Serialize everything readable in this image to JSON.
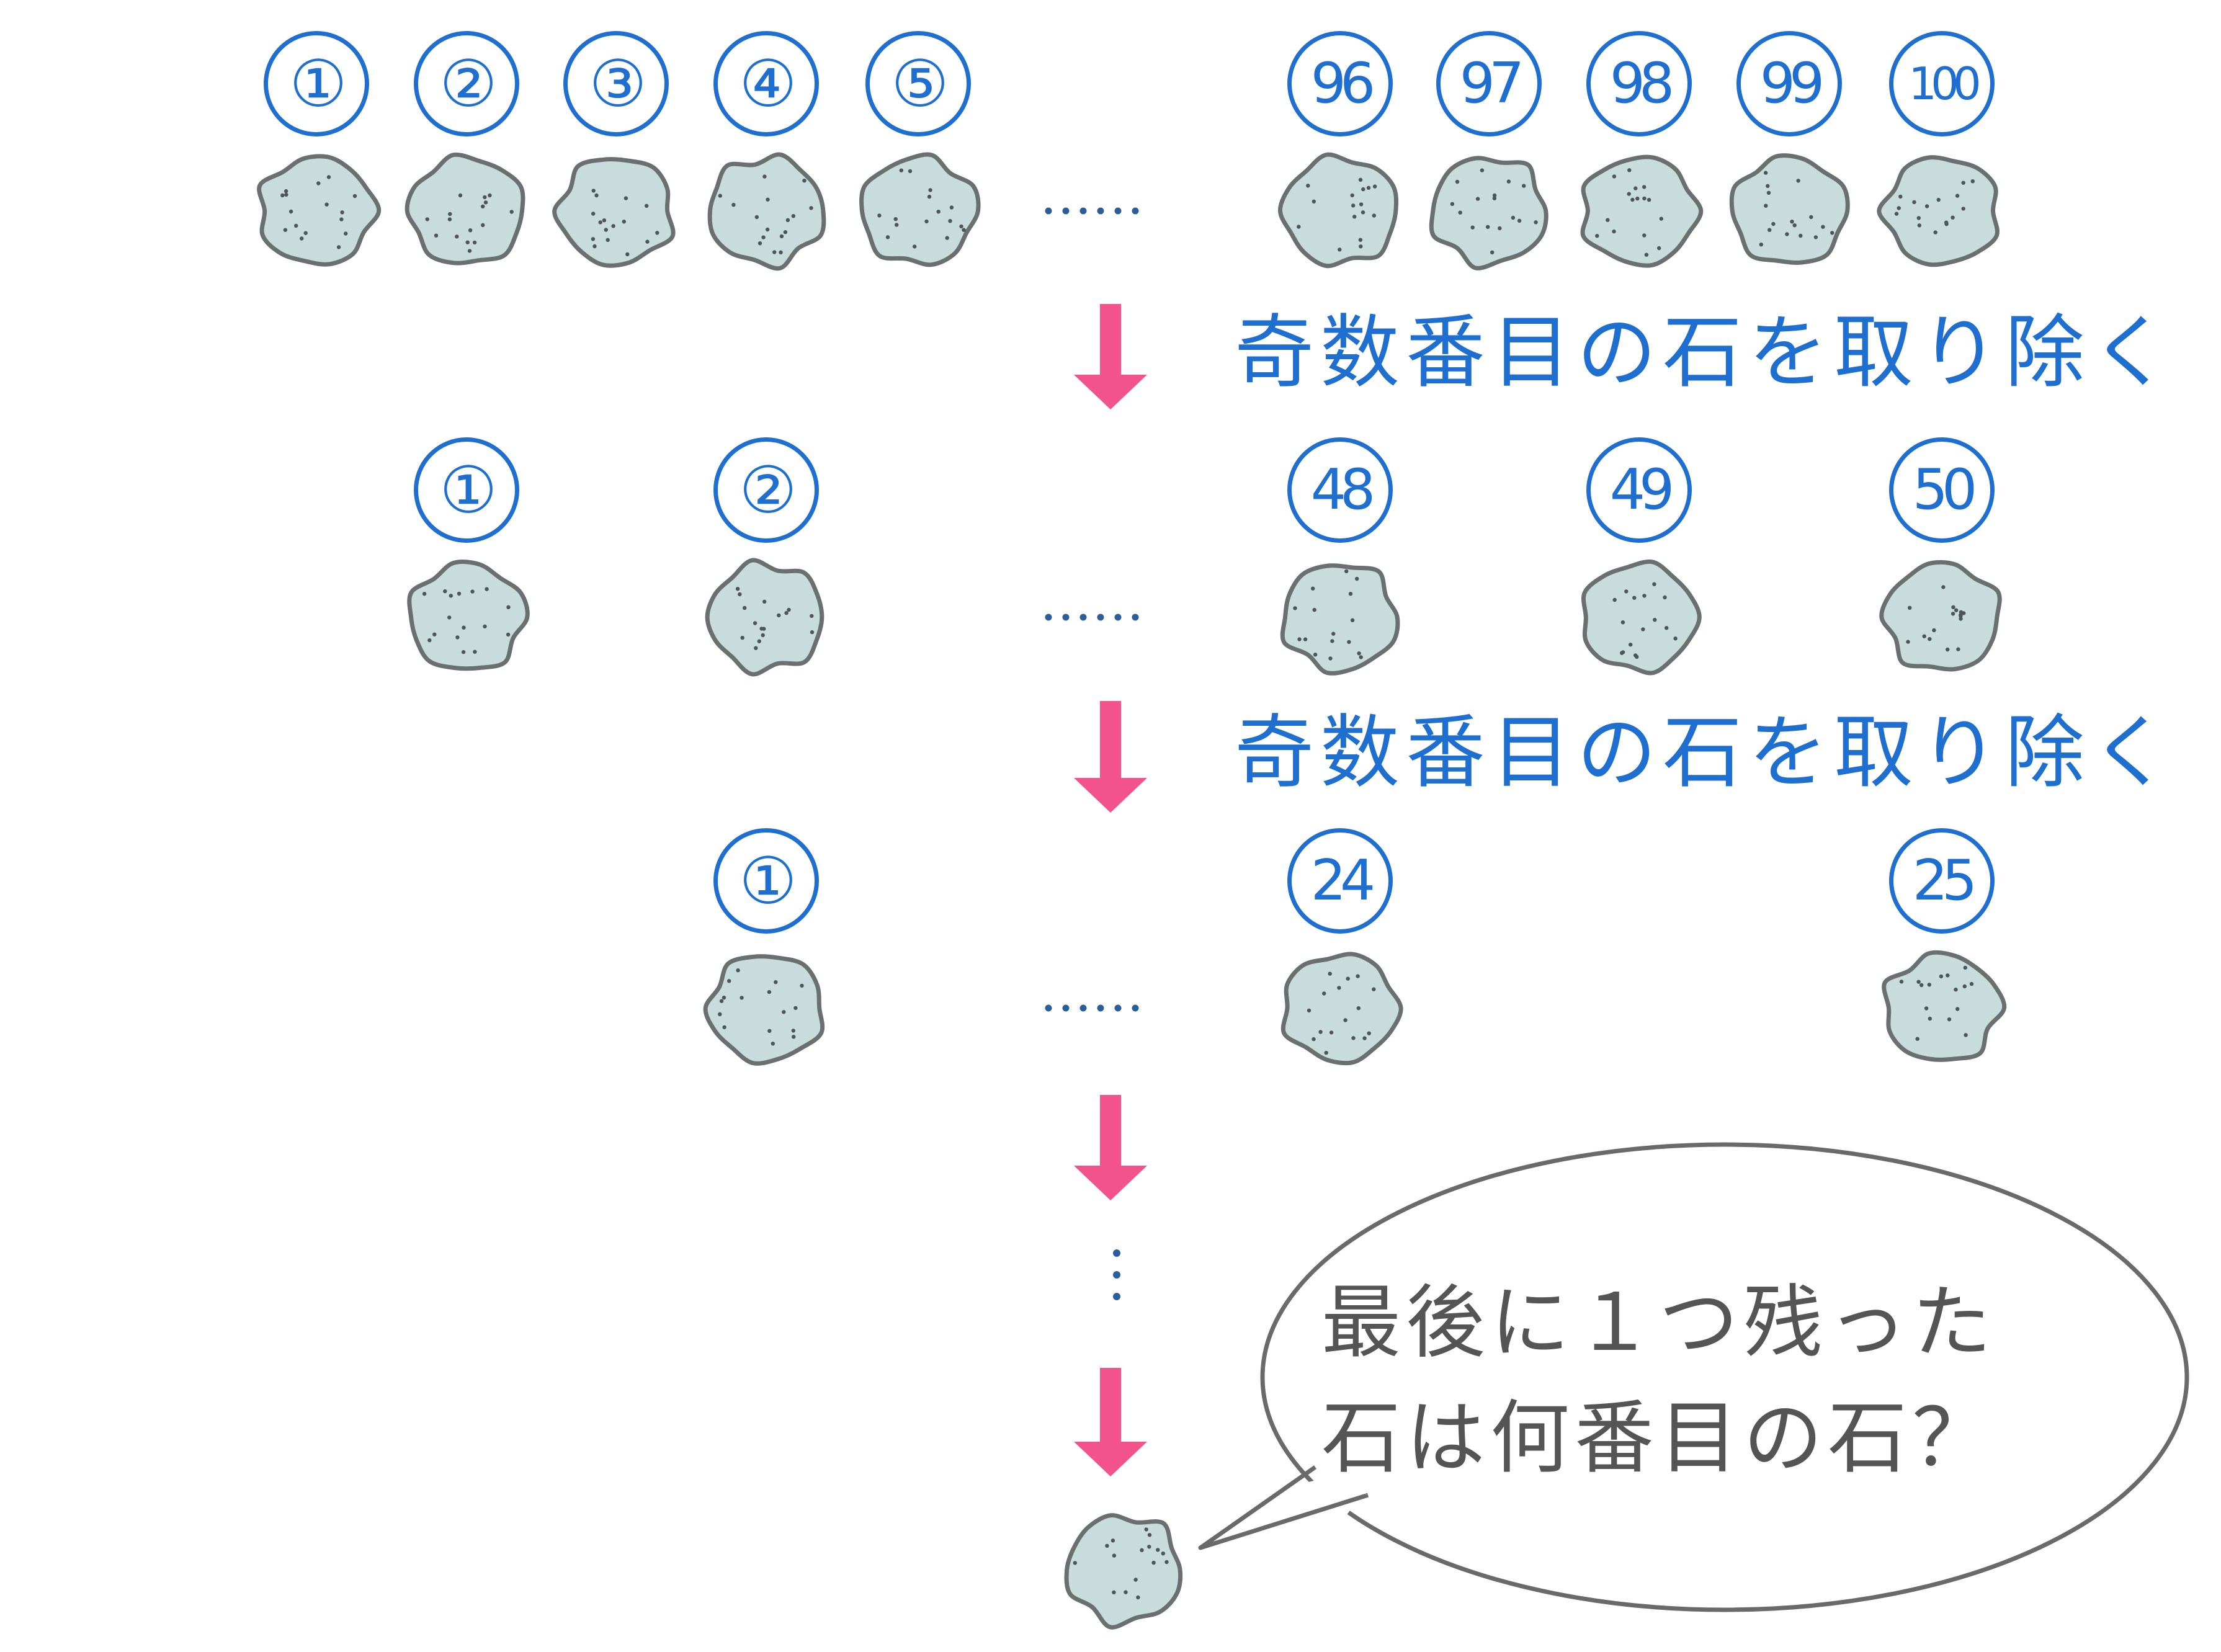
{
  "colors": {
    "label_blue": "#1f6fd0",
    "arrow_pink": "#f2538a",
    "stone_fill": "#c9dcdc",
    "stone_outline": "#6a6f70",
    "ellipsis_blue": "#2a5f9a",
    "bubble_text": "#555555"
  },
  "rows": [
    {
      "numbers": [
        "①",
        "②",
        "③",
        "④",
        "⑤",
        "96",
        "97",
        "98",
        "99",
        "100"
      ]
    },
    {
      "numbers": [
        "①",
        "②",
        "48",
        "49",
        "50"
      ]
    },
    {
      "numbers": [
        "①",
        "24",
        "25"
      ]
    }
  ],
  "steps": [
    {
      "caption": "奇数番目の石を取り除く"
    },
    {
      "caption": "奇数番目の石を取り除く"
    }
  ],
  "icons": {
    "stone": "stone-icon",
    "arrow": "down-arrow-icon",
    "ellipsis": "ellipsis-icon"
  },
  "question": {
    "line1": "最後に１つ残った",
    "line2": "石は何番目の石？"
  }
}
